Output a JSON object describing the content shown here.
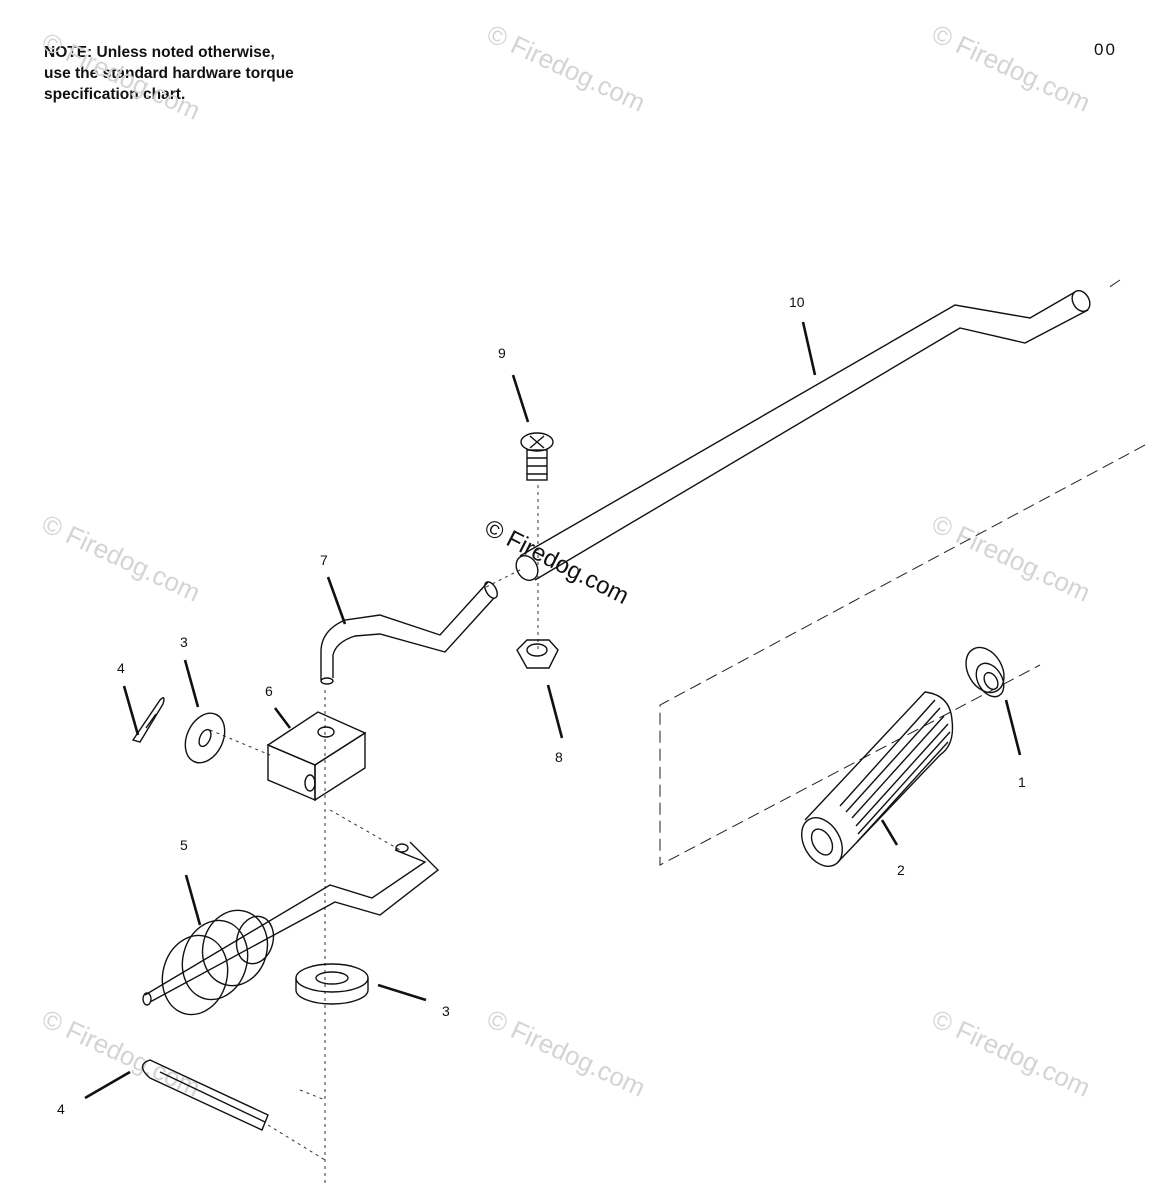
{
  "note": {
    "lines": [
      "NOTE: Unless noted otherwise,",
      "use the standard hardware torque",
      "specification chart."
    ]
  },
  "page_code": "00",
  "watermark": "© Firedog.com",
  "callouts": {
    "c1": "1",
    "c2": "2",
    "c3a": "3",
    "c3b": "3",
    "c4a": "4",
    "c4b": "4",
    "c5": "5",
    "c6": "6",
    "c7": "7",
    "c8": "8",
    "c9": "9",
    "c10": "10"
  }
}
